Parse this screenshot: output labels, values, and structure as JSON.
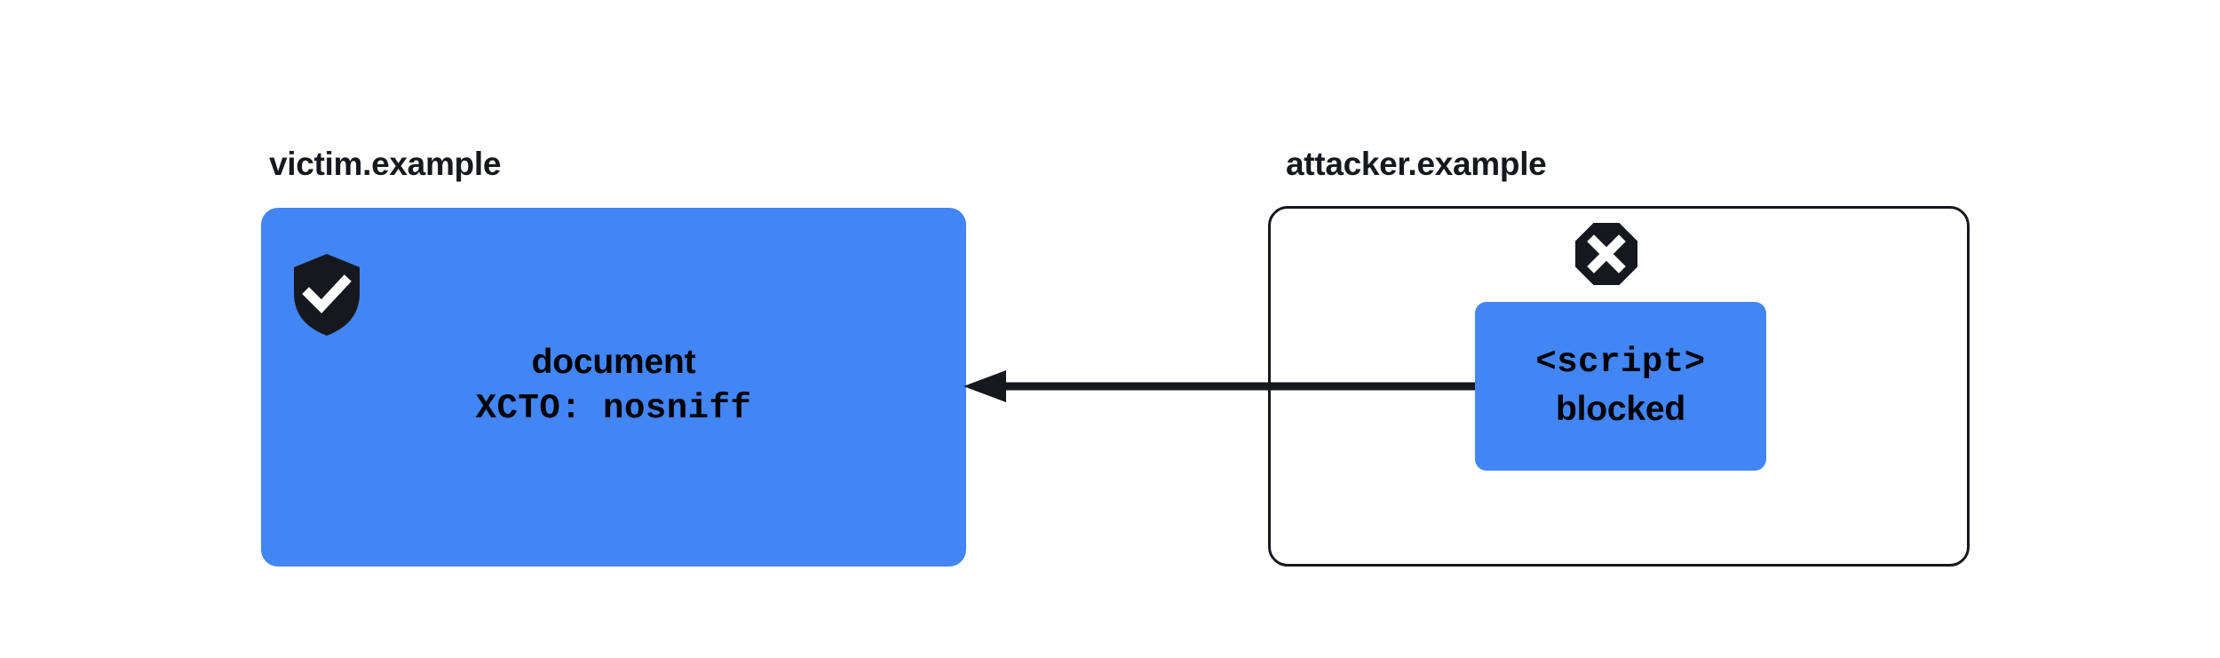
{
  "diagram": {
    "background_color": "#ffffff",
    "accent_color": "#4285f4",
    "ink_color": "#16181d"
  },
  "victim": {
    "label": "victim.example",
    "shield_icon": "shield-check-icon",
    "document_title": "document",
    "document_header": "XCTO: nosniff",
    "box_color": "#4285f4"
  },
  "attacker": {
    "label": "attacker.example",
    "blocked_icon": "octagon-x-icon",
    "script_tag": "<script>",
    "script_state": "blocked",
    "chip_color": "#4285f4",
    "box_border_color": "#16181d"
  },
  "arrow": {
    "name": "blocked-request-arrow",
    "direction": "right-to-left",
    "color": "#16181d"
  }
}
